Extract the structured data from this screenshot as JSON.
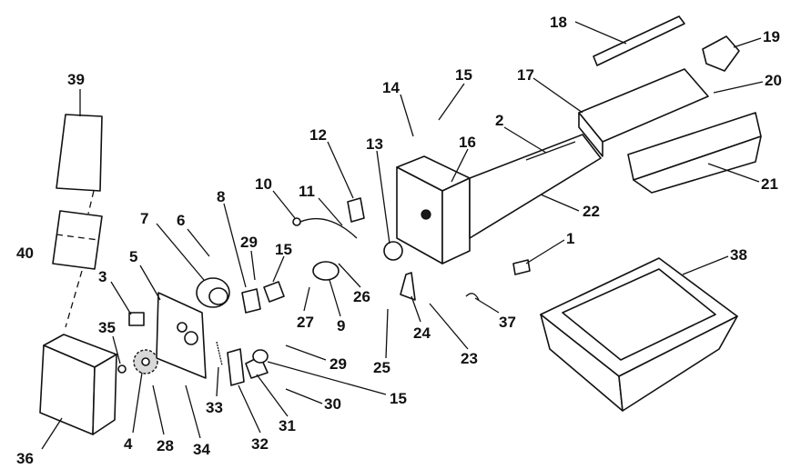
{
  "diagram": {
    "type": "exploded-parts-diagram",
    "callouts": [
      {
        "id": "c18",
        "label": "18"
      },
      {
        "id": "c19",
        "label": "19"
      },
      {
        "id": "c39",
        "label": "39"
      },
      {
        "id": "c14",
        "label": "14"
      },
      {
        "id": "c15a",
        "label": "15"
      },
      {
        "id": "c17",
        "label": "17"
      },
      {
        "id": "c20",
        "label": "20"
      },
      {
        "id": "c2",
        "label": "2"
      },
      {
        "id": "c12",
        "label": "12"
      },
      {
        "id": "c13",
        "label": "13"
      },
      {
        "id": "c16",
        "label": "16"
      },
      {
        "id": "c21",
        "label": "21"
      },
      {
        "id": "c10",
        "label": "10"
      },
      {
        "id": "c11",
        "label": "11"
      },
      {
        "id": "c22",
        "label": "22"
      },
      {
        "id": "c8",
        "label": "8"
      },
      {
        "id": "c7",
        "label": "7"
      },
      {
        "id": "c6",
        "label": "6"
      },
      {
        "id": "c29a",
        "label": "29"
      },
      {
        "id": "c15b",
        "label": "15"
      },
      {
        "id": "c1",
        "label": "1"
      },
      {
        "id": "c40",
        "label": "40"
      },
      {
        "id": "c5",
        "label": "5"
      },
      {
        "id": "c38",
        "label": "38"
      },
      {
        "id": "c3",
        "label": "3"
      },
      {
        "id": "c26",
        "label": "26"
      },
      {
        "id": "c27",
        "label": "27"
      },
      {
        "id": "c9",
        "label": "9"
      },
      {
        "id": "c24",
        "label": "24"
      },
      {
        "id": "c37",
        "label": "37"
      },
      {
        "id": "c35",
        "label": "35"
      },
      {
        "id": "c23",
        "label": "23"
      },
      {
        "id": "c29b",
        "label": "29"
      },
      {
        "id": "c25",
        "label": "25"
      },
      {
        "id": "c15c",
        "label": "15"
      },
      {
        "id": "c33",
        "label": "33"
      },
      {
        "id": "c30",
        "label": "30"
      },
      {
        "id": "c31",
        "label": "31"
      },
      {
        "id": "c4",
        "label": "4"
      },
      {
        "id": "c28",
        "label": "28"
      },
      {
        "id": "c34",
        "label": "34"
      },
      {
        "id": "c32",
        "label": "32"
      },
      {
        "id": "c36",
        "label": "36"
      }
    ]
  }
}
